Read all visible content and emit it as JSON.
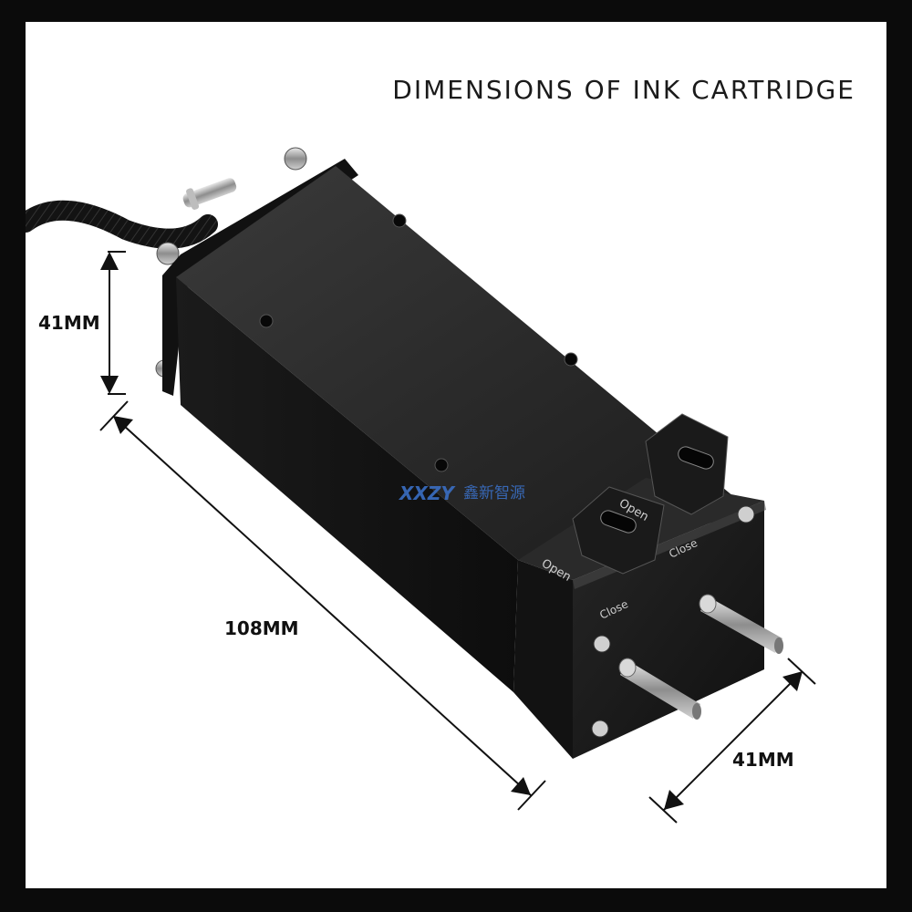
{
  "title": "DIMENSIONS OF INK CARTRIDGE",
  "dimensions": {
    "height": "41MM",
    "length": "108MM",
    "width": "41MM"
  },
  "product": {
    "engraving_top": "Open",
    "engraving_front": "Close",
    "watermark_latin": "XXZY",
    "watermark_cn": "鑫新智源"
  }
}
